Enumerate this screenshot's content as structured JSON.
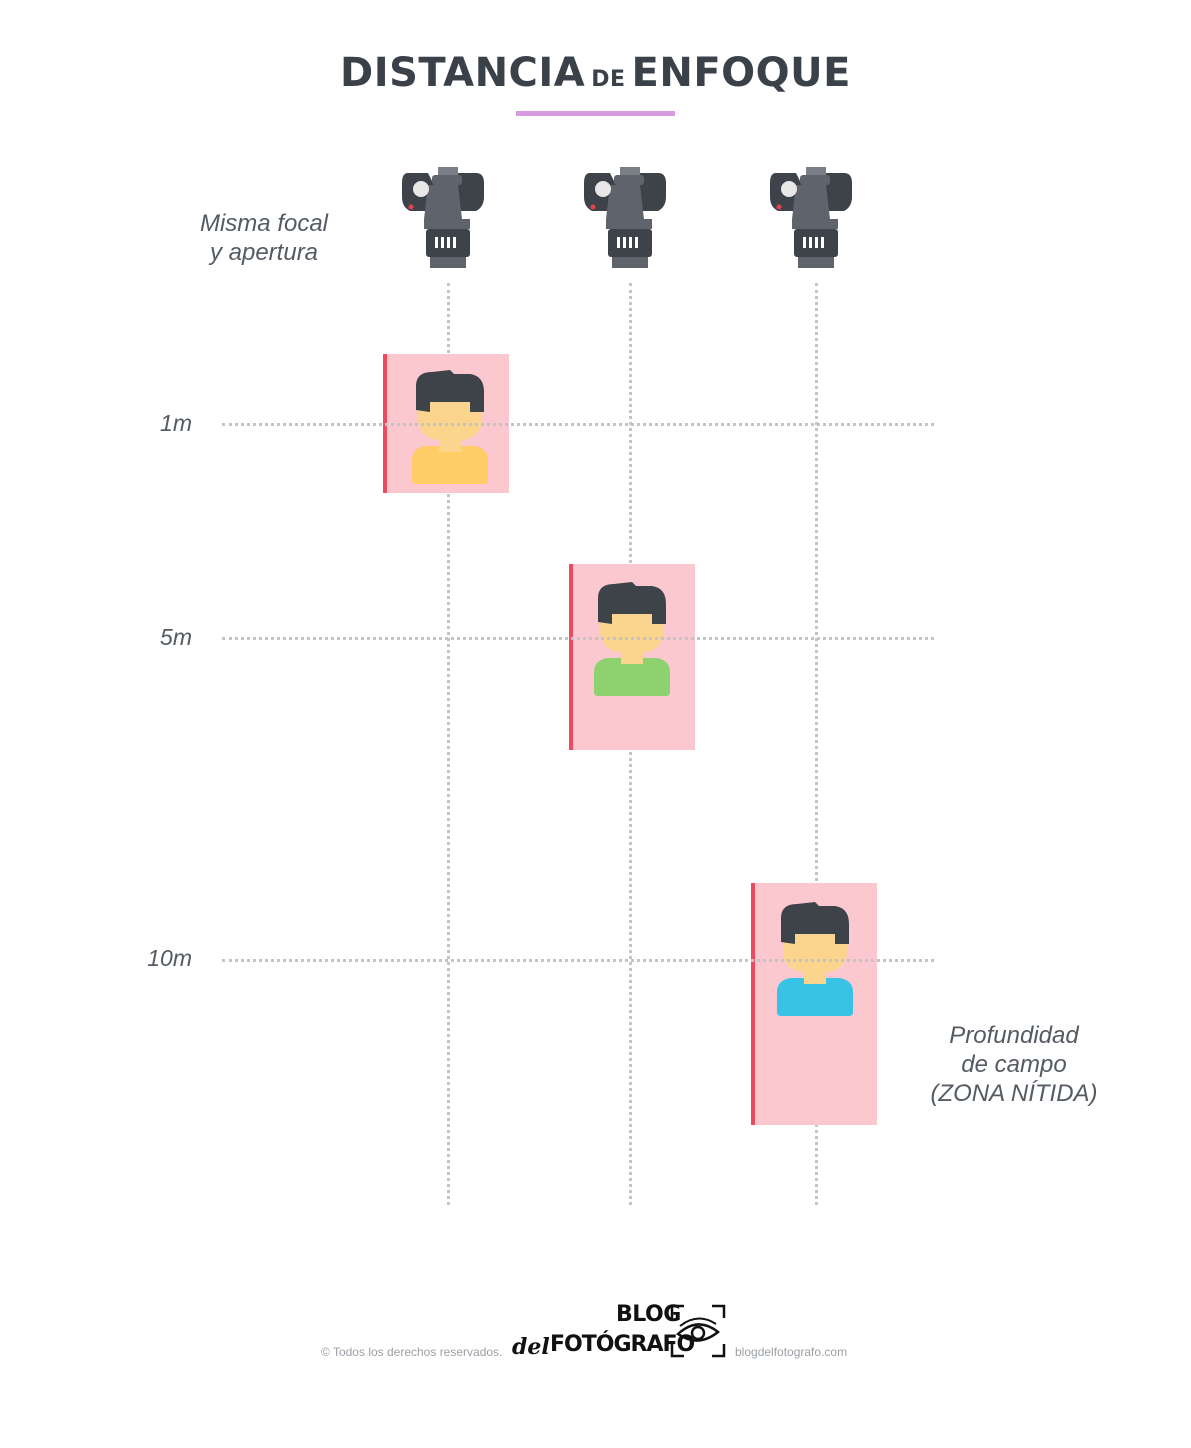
{
  "title": {
    "part1": "DISTANCIA",
    "part2": "DE",
    "part3": "ENFOQUE"
  },
  "caption_top": {
    "line1": "Misma focal",
    "line2": "y apertura"
  },
  "caption_bottom": {
    "line1": "Profundidad",
    "line2": "de campo",
    "line3": "(ZONA NÍTIDA)"
  },
  "distances": [
    "1m",
    "5m",
    "10m"
  ],
  "colors": {
    "title": "#3b4149",
    "underline": "#d69be0",
    "dof_fill": "#fbc8d0",
    "dof_edge": "#ee4a5d",
    "shirt_1m": "#ffcc66",
    "shirt_5m": "#8ed16f",
    "shirt_10m": "#38c3e6",
    "camera": "#5f646c"
  },
  "icons": [
    "camera-icon",
    "person-icon",
    "eye-icon"
  ],
  "footer": {
    "copyright": "© Todos los derechos reservados.",
    "logo_top": "BLOG",
    "logo_del": "del",
    "logo_bottom": "FOTÓGRAFO",
    "url": "blogdelfotografo.com"
  }
}
